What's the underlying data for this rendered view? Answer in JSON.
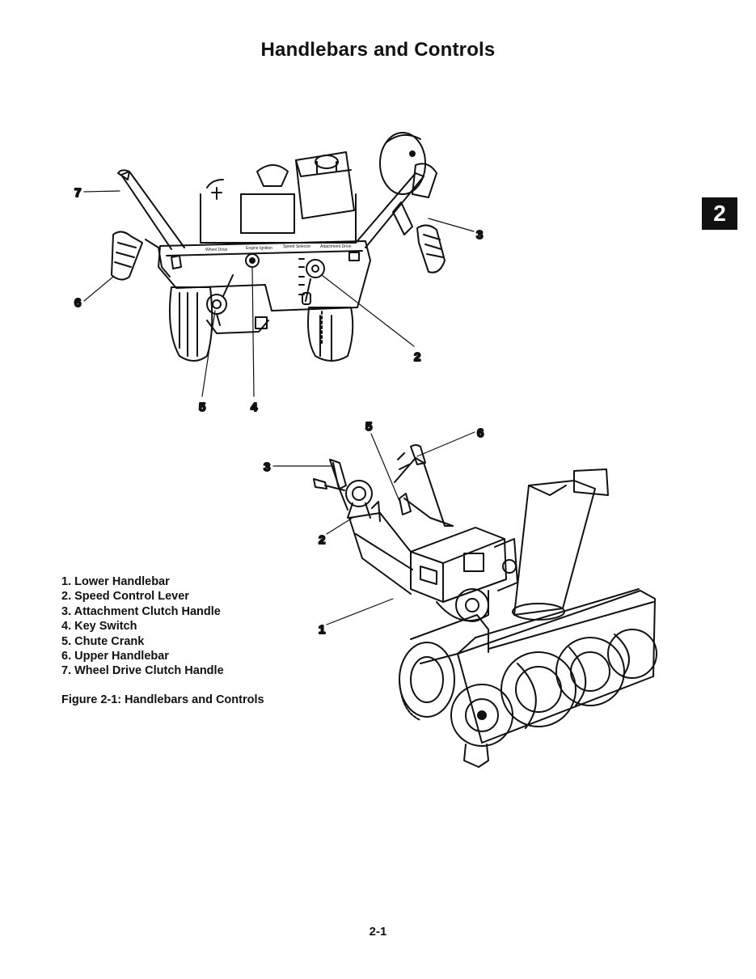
{
  "page_title": "Handlebars and Controls",
  "section_tab": "2",
  "figure": {
    "top_view_callouts": [
      "7",
      "6",
      "5",
      "4",
      "3",
      "2"
    ],
    "side_view_callouts": [
      "5",
      "6",
      "3",
      "2",
      "1"
    ]
  },
  "legend": [
    {
      "num": "1.",
      "label": "Lower Handlebar"
    },
    {
      "num": "2.",
      "label": "Speed Control Lever"
    },
    {
      "num": "3.",
      "label": "Attachment Clutch Handle"
    },
    {
      "num": "4.",
      "label": "Key Switch"
    },
    {
      "num": "5.",
      "label": "Chute Crank"
    },
    {
      "num": "6.",
      "label": "Upper Handlebar"
    },
    {
      "num": "7.",
      "label": "Wheel Drive Clutch Handle"
    }
  ],
  "caption": "Figure 2-1: Handlebars and Controls",
  "page_number": "2-1"
}
